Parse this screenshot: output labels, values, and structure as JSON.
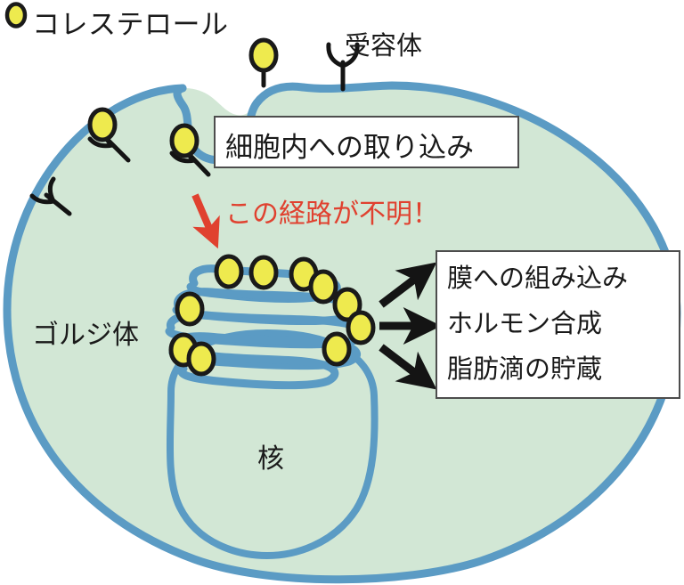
{
  "diagram": {
    "title_text": "コレステロール",
    "legend": {
      "marker": "cholesterol-ellipse-icon",
      "label": "コレステロール"
    },
    "labels": {
      "receptor": "受容体",
      "golgi": "ゴルジ体",
      "nucleus": "核",
      "unknown_pathway": "この経路が不明！"
    },
    "callouts": {
      "uptake": "細胞内への取り込み",
      "fates": [
        "膜への組み込み",
        "ホルモン合成",
        "脂肪滴の貯蔵"
      ]
    },
    "colors": {
      "membrane_blue": "#5b9bc4",
      "cytoplasm_green": "#d2e7d5",
      "cholesterol_yellow": "#eeea4e",
      "cholesterol_outline": "#1a1a1a",
      "annotation_red": "#e0412f",
      "arrow_black": "#141414",
      "box_border": "#4d4d4d",
      "background_white": "#ffffff"
    },
    "elements": {
      "cell_membrane": "cell-membrane",
      "nucleus_membrane": "nucleus-membrane",
      "golgi_cisternae_count": 5,
      "receptors": [
        {
          "name": "receptor-top-loaded",
          "loaded": true
        },
        {
          "name": "receptor-top-empty",
          "loaded": false
        },
        {
          "name": "receptor-left-empty",
          "loaded": false
        },
        {
          "name": "receptor-pit-outer",
          "loaded": true
        },
        {
          "name": "receptor-pit-inner",
          "loaded": true
        }
      ],
      "golgi_cholesterol_count": 11,
      "output_arrows": 3
    }
  }
}
